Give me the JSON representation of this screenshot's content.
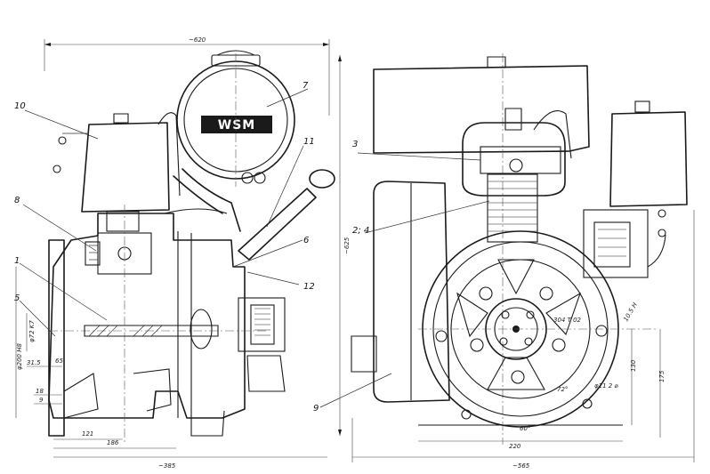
{
  "side_view": {
    "overall_width": "~620",
    "badge": "WSM",
    "callouts": [
      "10",
      "7",
      "11",
      "8",
      "6",
      "1",
      "12",
      "5"
    ],
    "dimensions": {
      "d1": "121",
      "d2": "186",
      "d3": "~385",
      "d4": "φ200 H8",
      "d5": "φ72 K7",
      "d6": "31.5",
      "d7": "18",
      "d8": "9",
      "d9": "65"
    }
  },
  "front_view": {
    "overall_height": "~625",
    "callouts": [
      "3",
      "2; 4",
      "9"
    ],
    "dimensions": {
      "pcd": "304 T 02",
      "bolt": "10.5 H",
      "hole": "φ11 2 ⌀",
      "angle_a": "72°",
      "angle_b": "60°",
      "h130": "130",
      "h175": "175",
      "w220": "220",
      "w565": "~565"
    }
  }
}
